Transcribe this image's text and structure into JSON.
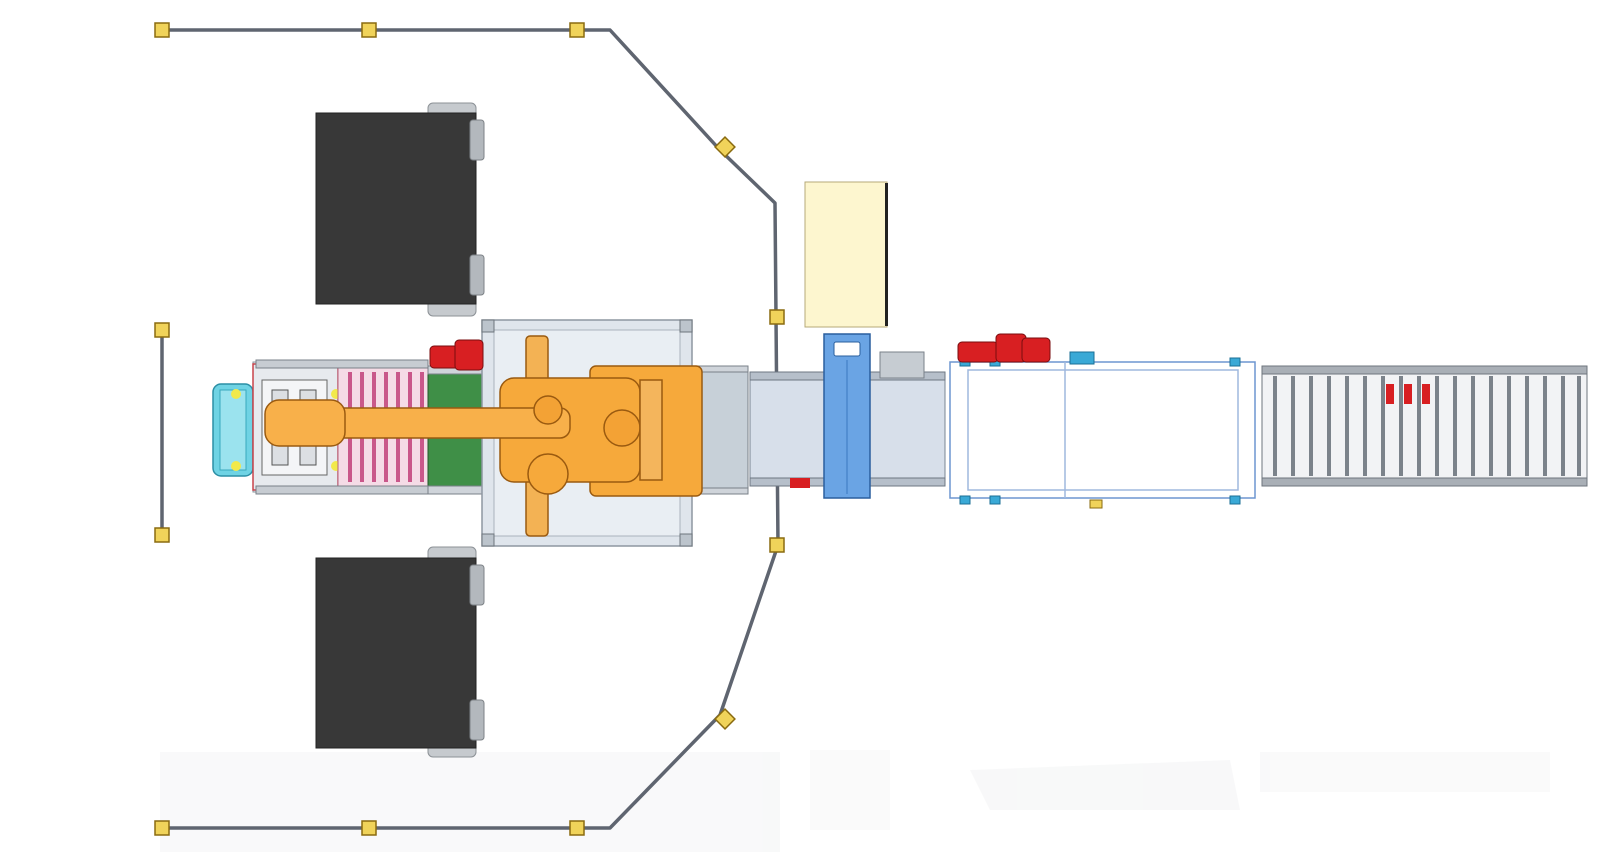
{
  "scene": {
    "description_visible_text": "",
    "components": [
      {
        "name": "safety-fence",
        "color": "#5f6570",
        "post_color": "#e2c33b"
      },
      {
        "name": "pallet-station-top",
        "color": "#383838"
      },
      {
        "name": "pallet-station-bottom",
        "color": "#383838"
      },
      {
        "name": "robot-base-plate",
        "color": "#dfe5ec"
      },
      {
        "name": "robot-arm",
        "color": "#f6a93b"
      },
      {
        "name": "infeed-conveyor-green",
        "color": "#3f8f47"
      },
      {
        "name": "pallet-dispenser-magazine",
        "color": "#d98bb0"
      },
      {
        "name": "gripper-tool",
        "color": "#69cde0"
      },
      {
        "name": "metal-detector",
        "color": "#6aa4e4"
      },
      {
        "name": "control-cabinet",
        "color": "#fdf6cf"
      },
      {
        "name": "transfer-conveyor",
        "color": "#b9cbe6"
      },
      {
        "name": "drive-motors",
        "color": "#d81f22"
      },
      {
        "name": "roller-conveyor-outfeed",
        "color": "#8a9199"
      }
    ]
  }
}
